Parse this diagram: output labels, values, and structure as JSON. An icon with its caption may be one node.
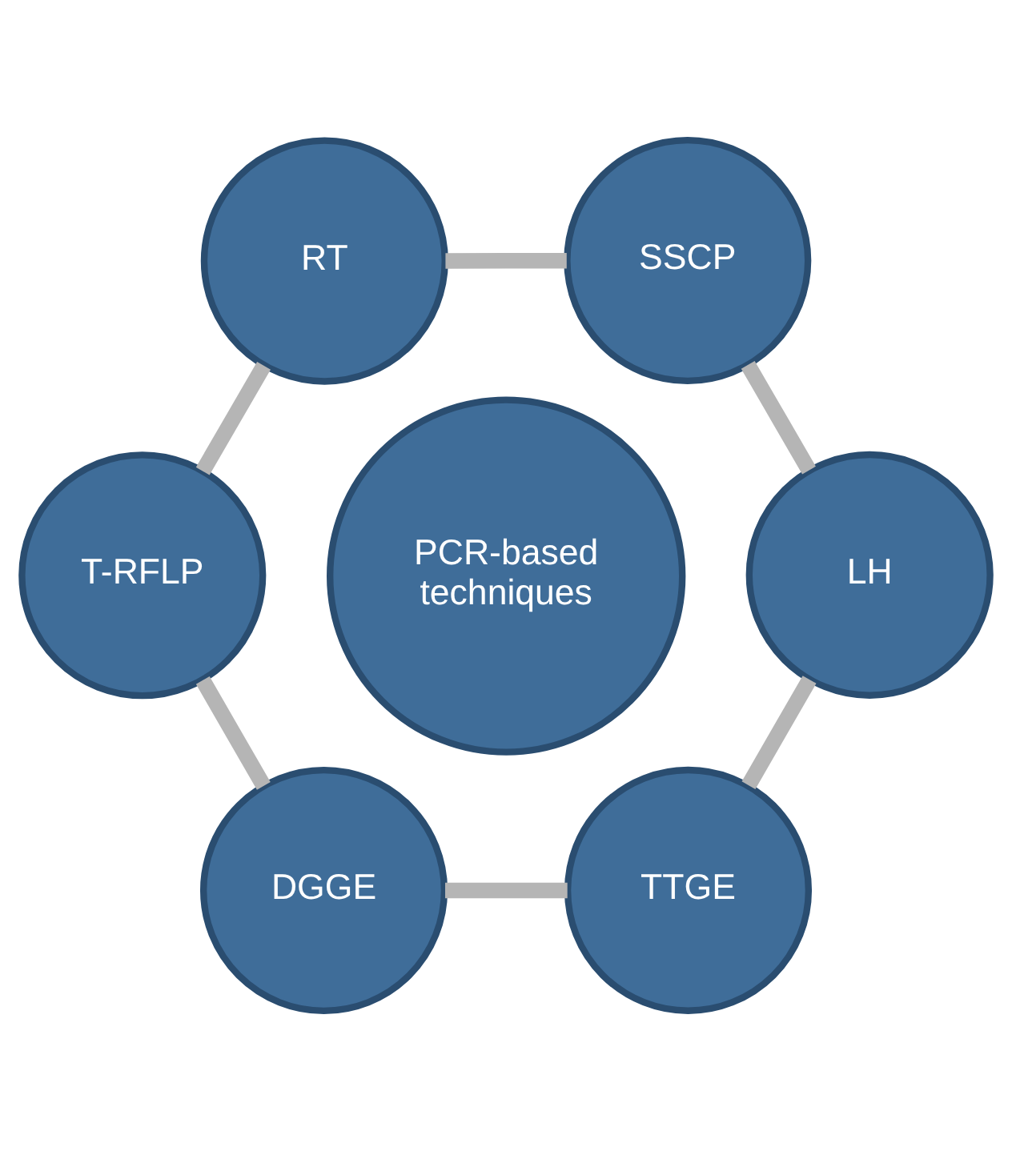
{
  "diagram": {
    "nodes": [
      {
        "text": [
          "T-RFLP"
        ]
      },
      {
        "text": [
          "RT"
        ]
      },
      {
        "text": [
          "DGGE"
        ]
      },
      {
        "text": [
          "PCR-based techniques"
        ]
      },
      {
        "text": [
          "TTGE"
        ]
      },
      {
        "text": [
          "SSCP"
        ]
      },
      {
        "text": [
          "LH"
        ]
      }
    ],
    "edges": [
      {
        "from": 0,
        "to": 2,
        "arrow": "none"
      },
      {
        "from": 2,
        "to": 4,
        "arrow": "none"
      },
      {
        "from": 4,
        "to": 6,
        "arrow": "none"
      },
      {
        "from": 6,
        "to": 5,
        "arrow": "none"
      },
      {
        "from": 5,
        "to": 1,
        "arrow": "none"
      },
      {
        "from": 1,
        "to": 0,
        "arrow": "none"
      }
    ]
  }
}
